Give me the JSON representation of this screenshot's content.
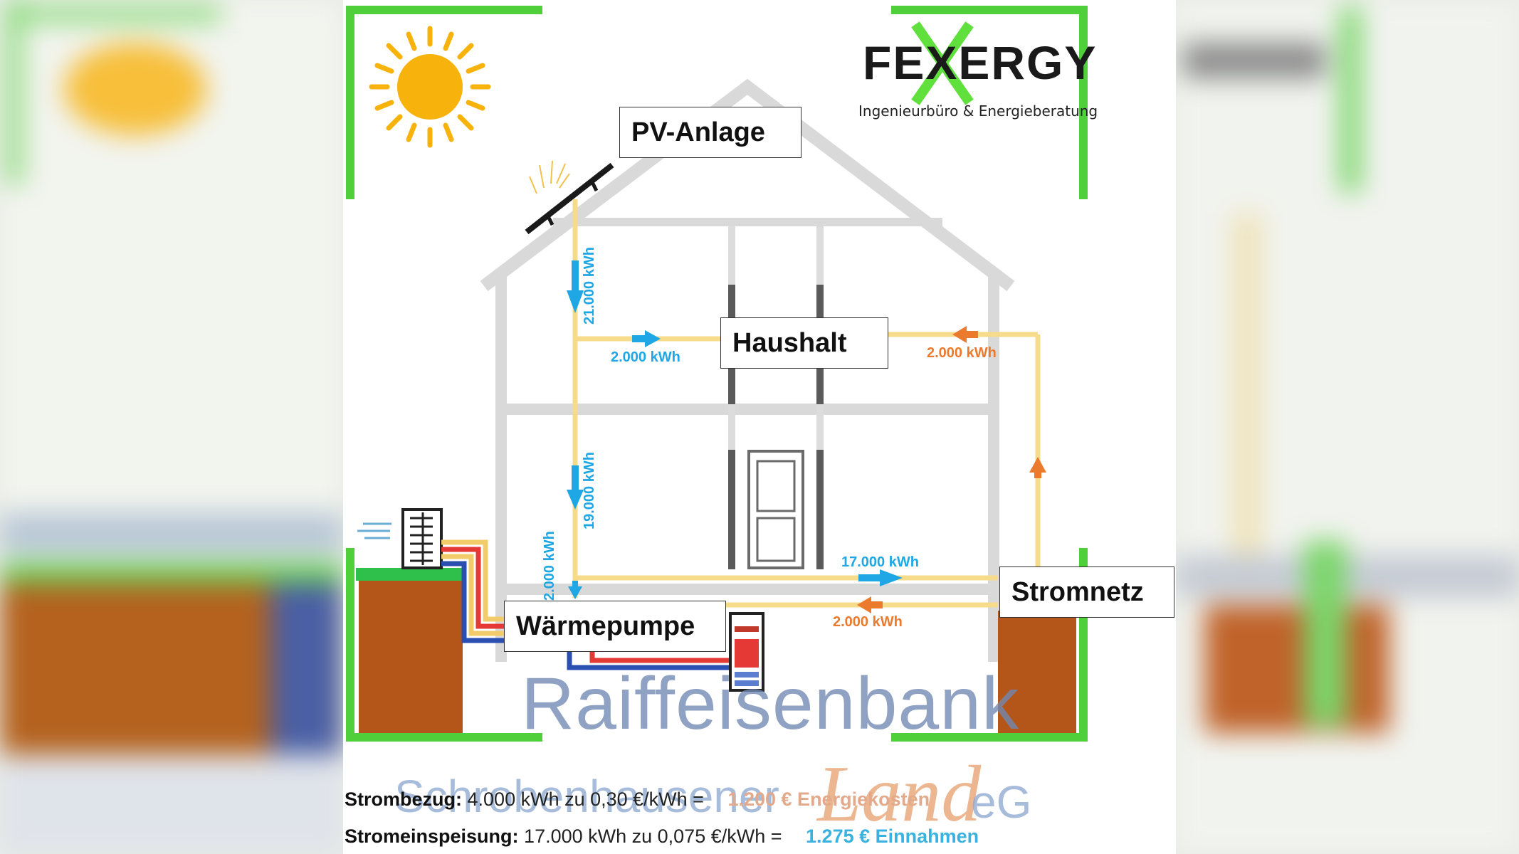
{
  "logo": {
    "name": "FEXERGY",
    "tagline": "Ingenieurbüro & Energieberatung"
  },
  "components": {
    "pv": "PV-Anlage",
    "household": "Haushalt",
    "heatpump": "Wärmepumpe",
    "grid": "Stromnetz"
  },
  "flows": {
    "pv_total": "21.000 kWh",
    "pv_to_household": "2.000 kWh",
    "grid_to_household": "2.000 kWh",
    "pv_down": "19.000 kWh",
    "pv_to_heatpump": "2.000 kWh",
    "feed_in": "17.000 kWh",
    "grid_to_heatpump": "2.000 kWh"
  },
  "summary": {
    "purchase_label": "Strombezug:",
    "purchase_text": "4.000 kWh zu 0,30 €/kWh =",
    "purchase_value": "1.200 € Energiekosten",
    "feedin_label": "Stromeinspeisung:",
    "feedin_text": "17.000 kWh zu 0,075 €/kWh =",
    "feedin_value": "1.275 € Einnahmen"
  },
  "watermark": {
    "bank": "Raiffeisenbank",
    "region_a": "Schrobenhausener",
    "region_b": "Land",
    "region_c": "eG"
  },
  "colors": {
    "frame_green": "#4fcf3a",
    "pv_flow_blue": "#1ea7e4",
    "grid_flow_orange": "#ec7a2c",
    "cable_yellow": "#f6dc8a",
    "sun": "#f7b20b",
    "house_grey": "#d9d9d9"
  }
}
